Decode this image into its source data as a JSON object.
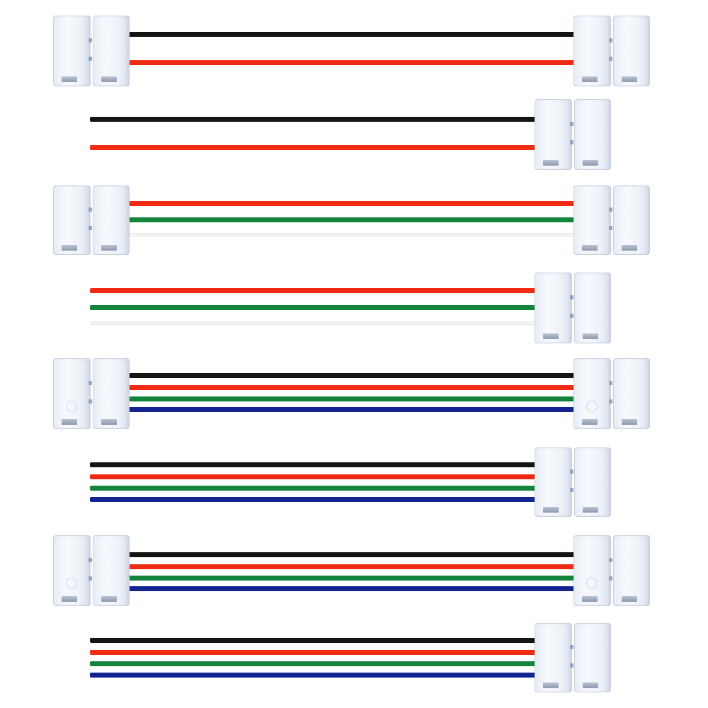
{
  "colors": {
    "black": "#141414",
    "red": "#f02a14",
    "green": "#13843a",
    "white": "#f4f4f4",
    "blue": "#13238f"
  },
  "cables": [
    {
      "id": "cable-1",
      "type": "double-ended",
      "wires": [
        "black",
        "red"
      ]
    },
    {
      "id": "cable-2",
      "type": "single-ended",
      "wires": [
        "black",
        "red"
      ]
    },
    {
      "id": "cable-3",
      "type": "double-ended",
      "wires": [
        "red",
        "green",
        "white"
      ]
    },
    {
      "id": "cable-4",
      "type": "single-ended",
      "wires": [
        "red",
        "green",
        "white"
      ]
    },
    {
      "id": "cable-5",
      "type": "double-ended",
      "wires": [
        "black",
        "red",
        "green",
        "blue"
      ]
    },
    {
      "id": "cable-6",
      "type": "single-ended",
      "wires": [
        "black",
        "red",
        "green",
        "blue"
      ]
    },
    {
      "id": "cable-7",
      "type": "double-ended",
      "wires": [
        "black",
        "red",
        "green",
        "blue"
      ]
    },
    {
      "id": "cable-8",
      "type": "single-ended",
      "wires": [
        "black",
        "red",
        "green",
        "blue"
      ]
    }
  ]
}
